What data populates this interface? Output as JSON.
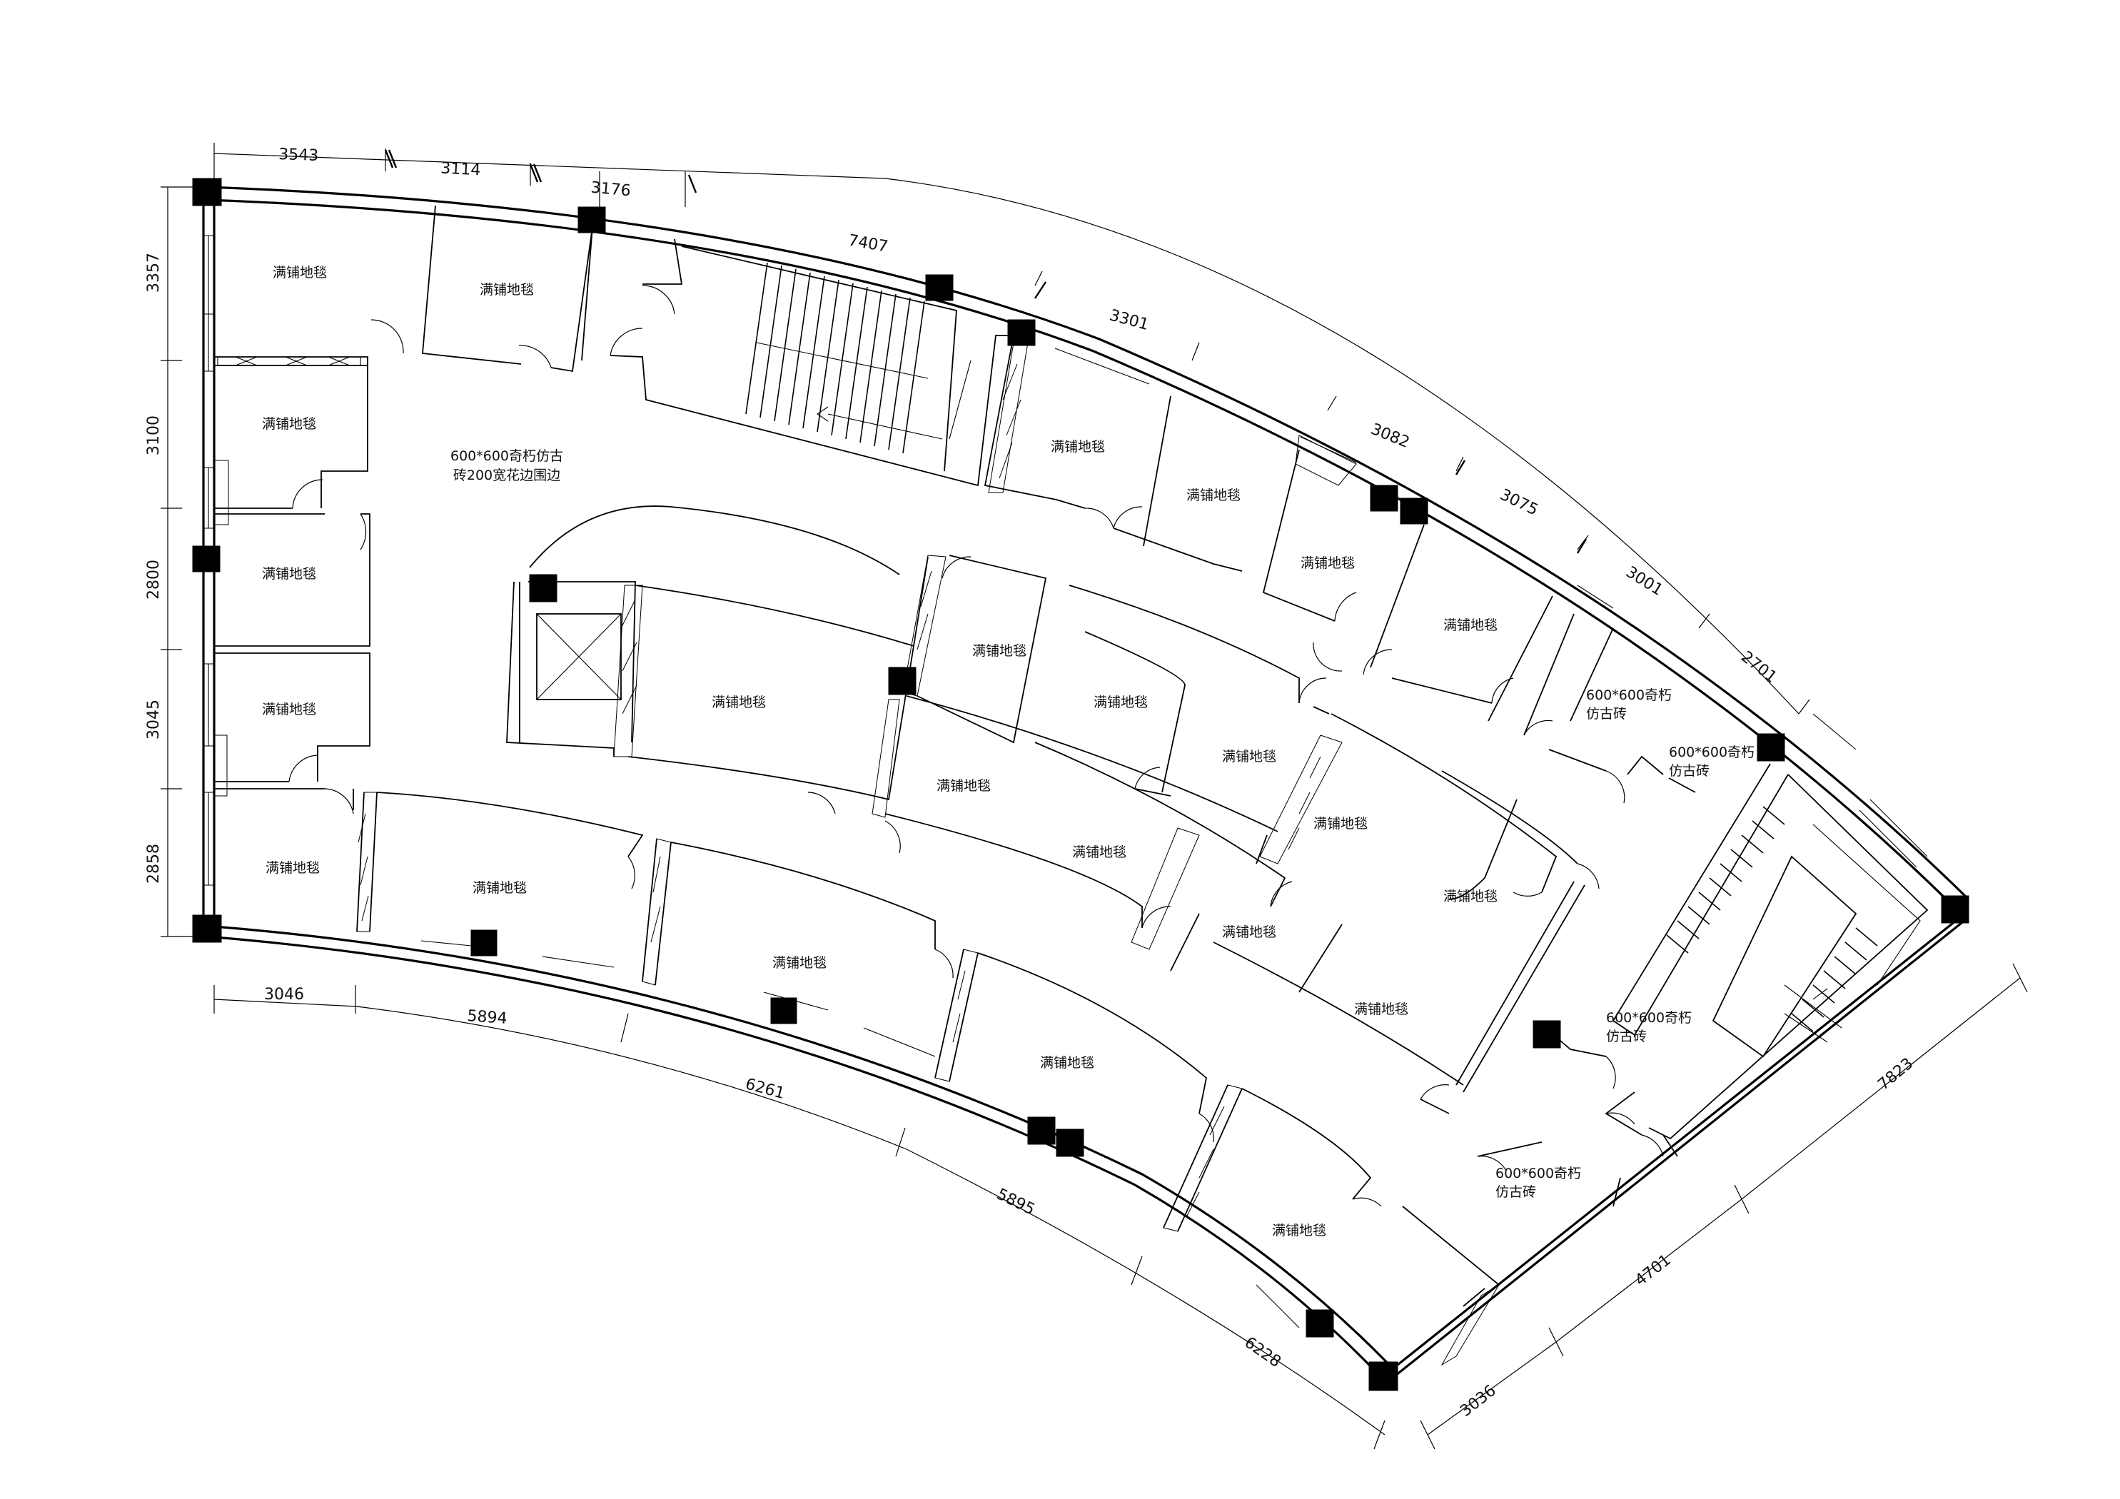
{
  "plan": {
    "rooms": [
      {
        "id": "r1",
        "label": "满铺地毯"
      },
      {
        "id": "r2",
        "label": "满铺地毯"
      },
      {
        "id": "r3",
        "label": "满铺地毯"
      },
      {
        "id": "r4",
        "label": "满铺地毯"
      },
      {
        "id": "r5",
        "label": "满铺地毯"
      },
      {
        "id": "r6",
        "label": "满铺地毯"
      },
      {
        "id": "r7",
        "label": "满铺地毯"
      },
      {
        "id": "r8",
        "label": "满铺地毯"
      },
      {
        "id": "r9",
        "label": "满铺地毯"
      },
      {
        "id": "r10",
        "label": "满铺地毯"
      },
      {
        "id": "r11",
        "label": "满铺地毯"
      },
      {
        "id": "r12",
        "label": "满铺地毯"
      },
      {
        "id": "r13",
        "label": "满铺地毯"
      },
      {
        "id": "r14",
        "label": "满铺地毯"
      },
      {
        "id": "r15",
        "label": "满铺地毯"
      },
      {
        "id": "r16",
        "label": "满铺地毯"
      },
      {
        "id": "r17",
        "label": "满铺地毯"
      },
      {
        "id": "r18",
        "label": "满铺地毯"
      },
      {
        "id": "r19",
        "label": "满铺地毯"
      },
      {
        "id": "r20",
        "label": "满铺地毯"
      },
      {
        "id": "r21",
        "label": "满铺地毯"
      },
      {
        "id": "r22",
        "label": "满铺地毯"
      },
      {
        "id": "r23",
        "label": "满铺地毯"
      },
      {
        "id": "r24",
        "label": "满铺地毯"
      }
    ],
    "corridor_note": {
      "line1": "600*600奇朽仿古",
      "line2": "砖200宽花边围边"
    },
    "tile_notes": [
      {
        "id": "t1",
        "line1": "600*600奇朽",
        "line2": "仿古砖"
      },
      {
        "id": "t2",
        "line1": "600*600奇朽",
        "line2": "仿古砖"
      },
      {
        "id": "t3",
        "line1": "600*600奇朽",
        "line2": "仿古砖"
      },
      {
        "id": "t4",
        "line1": "600*600奇朽",
        "line2": "仿古砖"
      }
    ],
    "dimensions": {
      "top": [
        "3543",
        "3114",
        "3176",
        "7407",
        "3301",
        "3082",
        "3075",
        "3001",
        "2701"
      ],
      "left": [
        "3357",
        "3100",
        "2800",
        "3045",
        "2858"
      ],
      "bottom": [
        "3046",
        "5894",
        "6261",
        "5895",
        "6228",
        "3036",
        "4701",
        "7823"
      ]
    }
  }
}
